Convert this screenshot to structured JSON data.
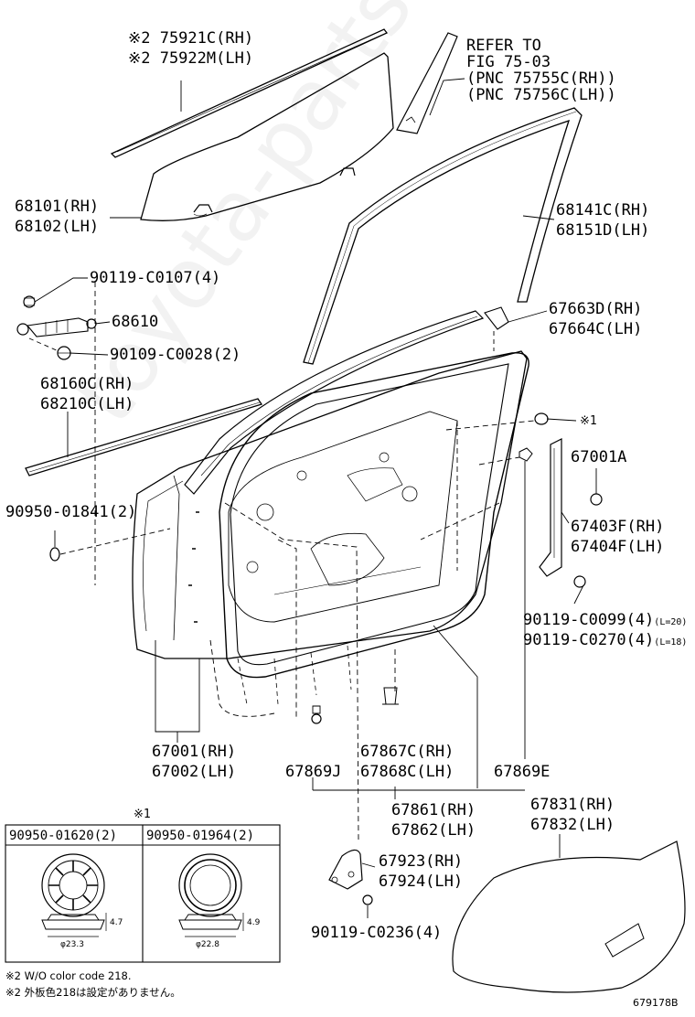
{
  "watermark": "toyota-parts.ru",
  "labels": {
    "glass_run_1": "※2 75921C(RH)",
    "glass_run_2": "※2 75922M(LH)",
    "refer_1": "REFER TO",
    "refer_2": "FIG 75-03",
    "refer_3": "(PNC 75755C(RH))",
    "refer_4": "(PNC 75756C(LH))",
    "glass_1": "68101(RH)",
    "glass_2": "68102(LH)",
    "channel_1": "68141C(RH)",
    "channel_2": "68151D(LH)",
    "bolt_0107": "90119-C0107(4)",
    "reg_68610": "68610",
    "bolt_0028": "90109-C0028(2)",
    "weather_1": "68160C(RH)",
    "weather_2": "68210C(LH)",
    "cover_1": "67663D(RH)",
    "cover_2": "67664C(LH)",
    "star_1": "※1",
    "part_67001A": "67001A",
    "plug_01841": "90950-01841(2)",
    "rear_channel_1": "67403F(RH)",
    "rear_channel_2": "67404F(LH)",
    "bolt_0099": "90119-C0099(4)",
    "bolt_0099_len": "(L=20)",
    "bolt_0270": "90119-C0270(4)",
    "bolt_0270_len": "(L=18)",
    "door_panel_1": "67001(RH)",
    "door_panel_2": "67002(LH)",
    "clip_67869J": "67869J",
    "clip_67867_1": "67867C(RH)",
    "clip_67867_2": "67868C(LH)",
    "clip_67869E": "67869E",
    "seal_1": "67861(RH)",
    "seal_2": "67862(LH)",
    "film_1": "67831(RH)",
    "film_2": "67832(LH)",
    "bracket_1": "67923(RH)",
    "bracket_2": "67924(LH)",
    "bolt_0236": "90119-C0236(4)",
    "star_1_box": "※1",
    "box_left_title": "90950-01620(2)",
    "box_right_title": "90950-01964(2)",
    "dim_left_h": "4.7",
    "dim_left_d": "φ23.3",
    "dim_right_h": "4.9",
    "dim_right_d": "φ22.8",
    "note_1": "※2 W/O color code 218.",
    "note_2": "※2 外板色218は設定がありません。",
    "code": "679178B"
  }
}
